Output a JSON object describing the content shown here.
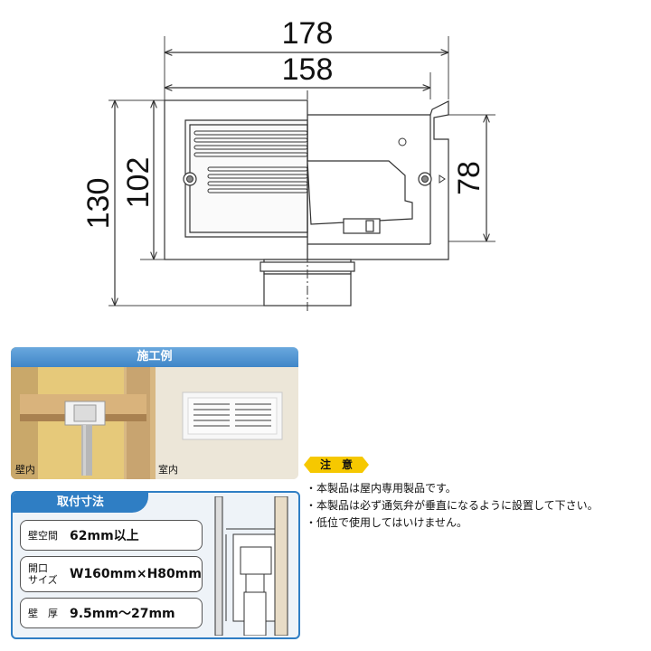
{
  "dimensions": {
    "overall_width": "178",
    "body_width": "158",
    "overall_height": "130",
    "body_height": "102",
    "right_height": "78"
  },
  "example": {
    "title": "施工例",
    "wall_inside_label": "壁内",
    "room_label": "室内"
  },
  "mounting": {
    "title": "取付寸法",
    "rows": [
      {
        "label": "壁空間",
        "value": "62mm以上"
      },
      {
        "label": "開口\nサイズ",
        "value": "W160mm×H80mm"
      },
      {
        "label": "壁　厚",
        "value": "9.5mm〜27mm"
      }
    ]
  },
  "notice": {
    "title": "注　意",
    "items": [
      "・本製品は屋内専用製品です。",
      "・本製品は必ず通気弁が垂直になるように設置して下さい。",
      "・低位で使用してはいけません。"
    ]
  },
  "colors": {
    "accent_blue": "#2f7ec4",
    "notice_yellow": "#f6c800"
  }
}
